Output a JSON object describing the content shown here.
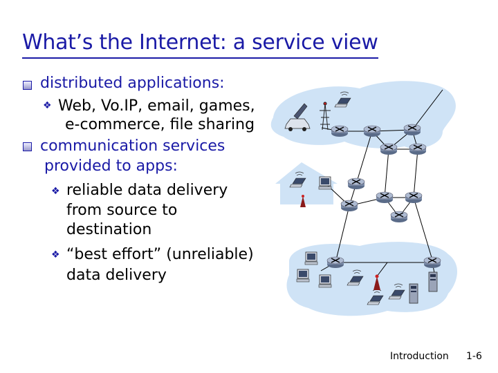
{
  "slide": {
    "title": "What’s the Internet: a service view",
    "bullets": [
      {
        "level": 1,
        "text": "distributed applications:"
      },
      {
        "level": 2,
        "text": "Web, Vo.IP, email, games,"
      },
      {
        "level": 2,
        "text": "e-commerce, file sharing",
        "continuation": true
      },
      {
        "level": 1,
        "text": "communication services"
      },
      {
        "level": 1,
        "text": "provided to apps:",
        "continuation": true
      },
      {
        "level": 2,
        "text": "reliable data delivery"
      },
      {
        "level": 2,
        "text": "from source to",
        "continuation": true
      },
      {
        "level": 2,
        "text": "destination",
        "continuation": true
      },
      {
        "level": 2,
        "text": "“best effort” (unreliable)"
      },
      {
        "level": 2,
        "text": "data delivery",
        "continuation": true
      }
    ],
    "footer": {
      "left": "Introduction",
      "right": "1-6"
    }
  },
  "colors": {
    "title": "#1a1aa6",
    "network_cloud": "#cfe3f6",
    "router": "#7a8ba8",
    "home": "#cfe3f6"
  },
  "diagram": {
    "icons": [
      "wireless-tower-icon",
      "laptop-icon",
      "car-icon",
      "phone-icon",
      "router-icon",
      "server-icon",
      "home-network-icon",
      "desktop-pc-icon"
    ]
  }
}
